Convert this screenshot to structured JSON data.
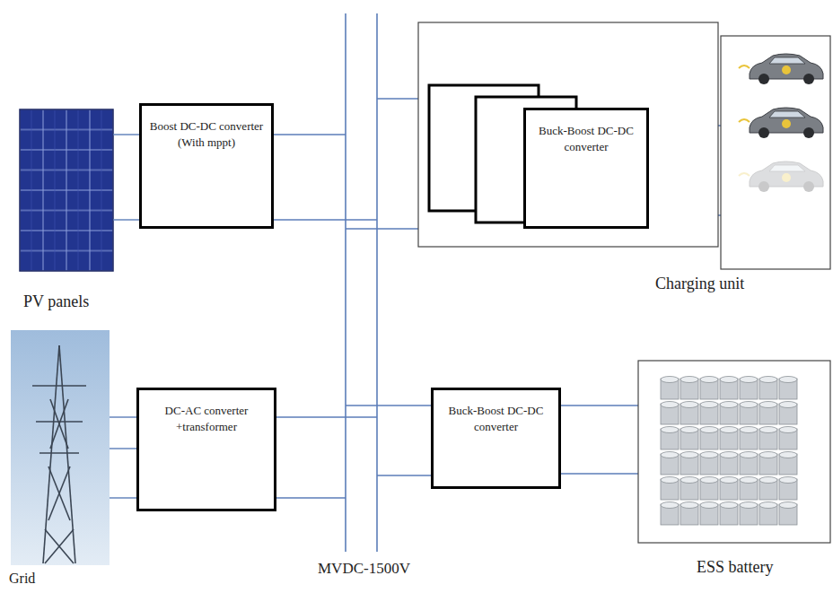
{
  "diagram": {
    "nodes": [
      {
        "text": [
          "Boost DC-DC converter (With mppt)"
        ]
      },
      {
        "text": [
          "Buck-Boost DC-DC converter"
        ]
      },
      {
        "text": [
          "DC-AC converter +transformer"
        ]
      },
      {
        "text": [
          "Buck-Boost DC-DC converter"
        ]
      }
    ],
    "labels": [
      "PV panels",
      "Charging unit",
      "Grid",
      "MVDC-1500V",
      "ESS battery"
    ]
  }
}
